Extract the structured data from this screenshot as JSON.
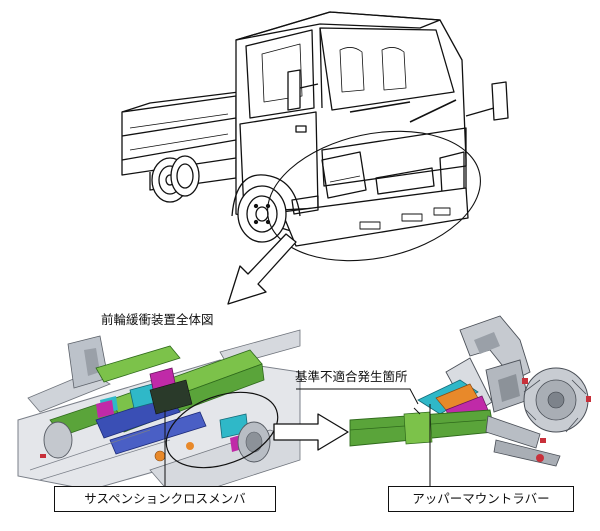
{
  "labels": {
    "overall_view": "前輪緩衝装置全体図",
    "nonconformity_location": "基準不適合発生箇所",
    "suspension_crossmember": "サスペンションクロスメンバ",
    "upper_mount_rubber": "アッパーマウントラバー"
  },
  "colors": {
    "line": "#111111",
    "frame_green": "#5aa43a",
    "crossmember_green": "#7cc24a",
    "magenta": "#c02aa8",
    "blue": "#3a4fb5",
    "cyan": "#2fb8c8",
    "orange": "#e8892a",
    "steel": "#9aa0a8",
    "red": "#c8303a"
  }
}
